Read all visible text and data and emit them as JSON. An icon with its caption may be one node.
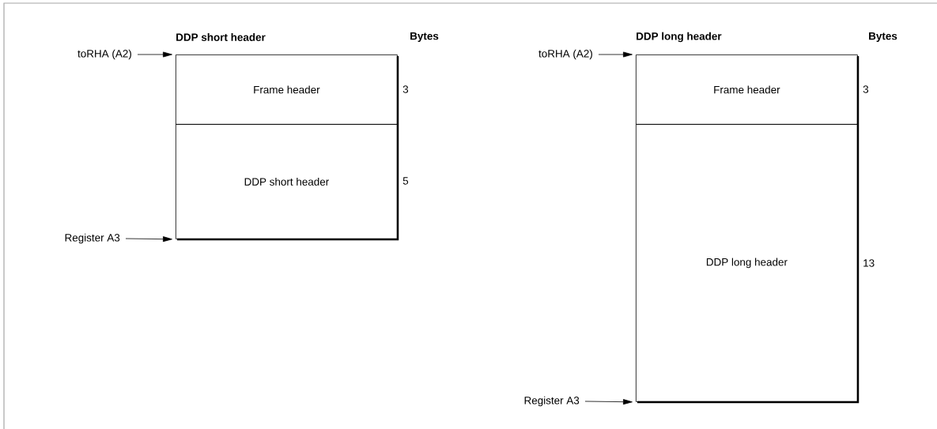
{
  "diagram": {
    "nodes": [
      {
        "text": [
          "Frame header"
        ],
        "beside": [
          "3"
        ]
      },
      {
        "text": [
          "DDP short header"
        ],
        "beside": [
          "5"
        ]
      },
      {
        "text": [
          "toRHA (A2)"
        ]
      },
      {
        "text": [
          "Register A3"
        ]
      },
      {
        "text": [
          "Frame header"
        ],
        "beside": [
          "3"
        ]
      },
      {
        "text": [
          "DDP long header"
        ],
        "beside": [
          "13"
        ]
      },
      {
        "text": [
          "toRHA (A2)"
        ]
      },
      {
        "text": [
          "Register A3"
        ]
      }
    ],
    "edges": [
      {
        "from": 2,
        "to": 0,
        "arrow": "to"
      },
      {
        "from": 3,
        "to": 1,
        "arrow": "to"
      },
      {
        "from": 6,
        "to": 4,
        "arrow": "to"
      },
      {
        "from": 7,
        "to": 5,
        "arrow": "to"
      }
    ],
    "labels": [
      "DDP short header",
      "Bytes",
      "DDP long header",
      "Bytes"
    ]
  }
}
